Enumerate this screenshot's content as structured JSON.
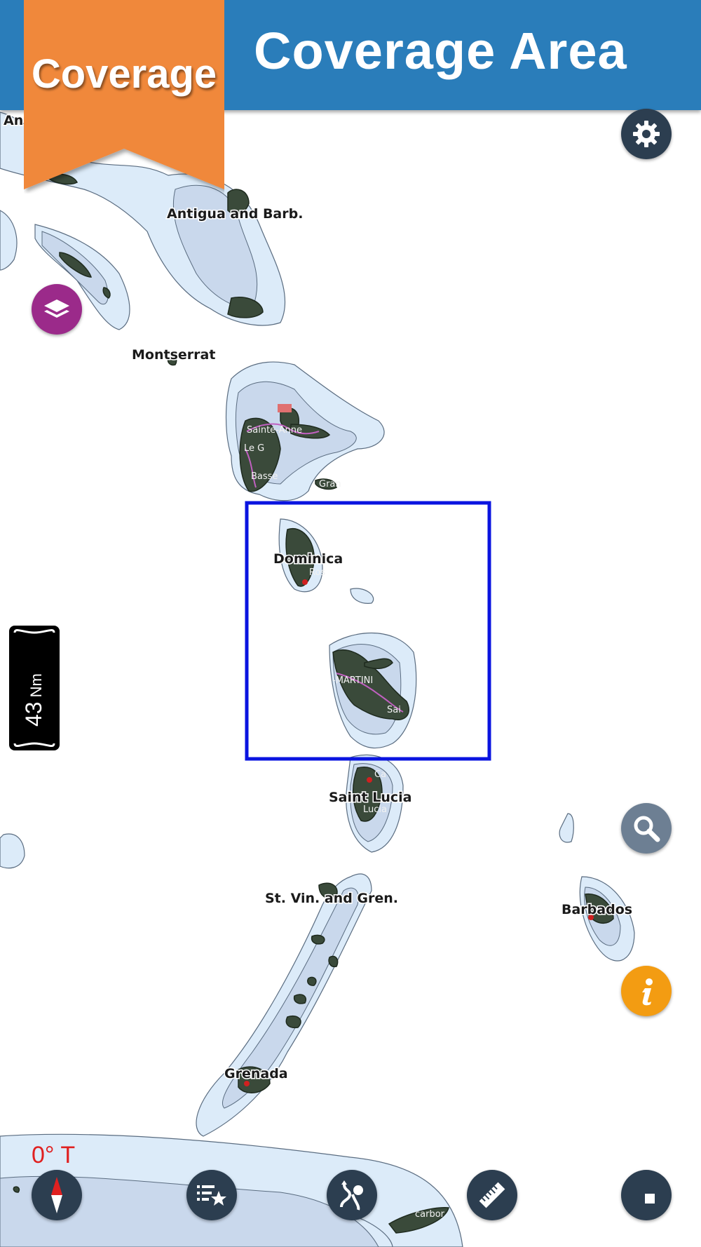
{
  "header": {
    "title": "Coverage Area",
    "banner_text": "Coverage"
  },
  "map": {
    "labels": {
      "antigua": "Antigua and Barb.",
      "montserrat": "Montserrat",
      "dominica": "Dominica",
      "saint_lucia": "Saint Lucia",
      "st_vincent": "St. Vin. and Gren.",
      "barbados": "Barbados",
      "grenada": "Grenada",
      "an_partial": "An",
      "sainte_anne": "Sainte-Anne",
      "le_g": "Le G",
      "basse": "Basse",
      "gran": "Gran",
      "roseau": "Ros",
      "martinique": "-MARTINI",
      "sai": "Sai",
      "ca": "Ca",
      "lucia_small": "Lucia",
      "carbor": "carbor"
    }
  },
  "scale": {
    "value": "43",
    "unit": "Nm"
  },
  "heading": "0° T",
  "icons": {
    "settings": "gear-icon",
    "layers": "layers-icon",
    "search": "search-icon",
    "info": "info-icon",
    "compass": "compass-icon",
    "favorites": "favorites-list-icon",
    "route": "route-icon",
    "ruler": "ruler-icon",
    "stop": "stop-icon"
  },
  "colors": {
    "header_bg": "#2a7dba",
    "banner_bg": "#f0883a",
    "selection_box": "#0a14e0",
    "heading_text": "#e02020"
  }
}
